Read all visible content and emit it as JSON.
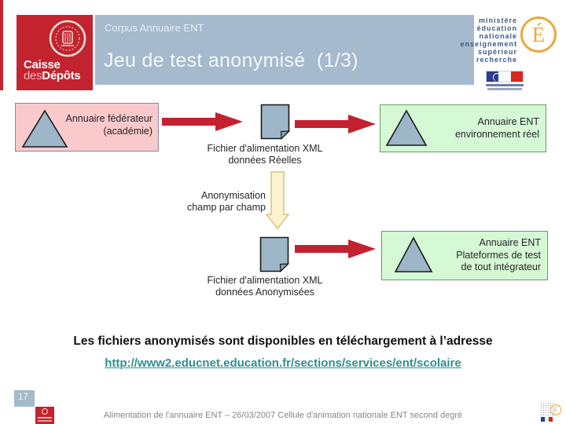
{
  "header": {
    "eyebrow": "Corpus Annuaire ENT",
    "title": "Jeu de test anonymisé  (1/3)"
  },
  "caisse_logo": {
    "line1": "Caisse",
    "des": "des",
    "depots": "Dépôts"
  },
  "ministry_logo": {
    "lines": [
      "ministère",
      "éducation",
      "nationale",
      "enseignement",
      "supérieur",
      "recherche"
    ],
    "e_glyph": "É"
  },
  "diagram": {
    "federator": {
      "line1": "Annuaire fédérateur",
      "line2": "(académie)"
    },
    "file_real": {
      "line1": "Fichier d'alimentation XML",
      "line2": "données Réelles"
    },
    "env_real": {
      "line1": "Annuaire ENT",
      "line2": "environnement réel"
    },
    "anonymisation": {
      "line1": "Anonymisation",
      "line2": "champ par champ"
    },
    "file_anon": {
      "line1": "Fichier d'alimentation XML",
      "line2": "données Anonymisées"
    },
    "env_test": {
      "line1": "Annuaire ENT",
      "line2": "Plateformes de test",
      "line3": "de tout intégrateur"
    }
  },
  "download": {
    "sentence": "Les fichiers anonymisés sont disponibles en téléchargement à l’adresse",
    "link": "http://www2.educnet.education.fr/sections/services/ent/scolaire"
  },
  "footer": {
    "page_number": "17",
    "credit": "Alimentation de l'annuaire ENT – 26/03/2007 Cellule d'animation nationale ENT second degré"
  },
  "colors": {
    "brand_red": "#c3232e",
    "band_blue": "#a5bacc",
    "box_pink": "#f9c9cc",
    "box_green": "#d5f8d5",
    "shape_blue": "#9db6c8",
    "arrow_red": "#c32130",
    "arrow_yellow": "#fdf4cf",
    "link_teal": "#2e8f8f"
  }
}
